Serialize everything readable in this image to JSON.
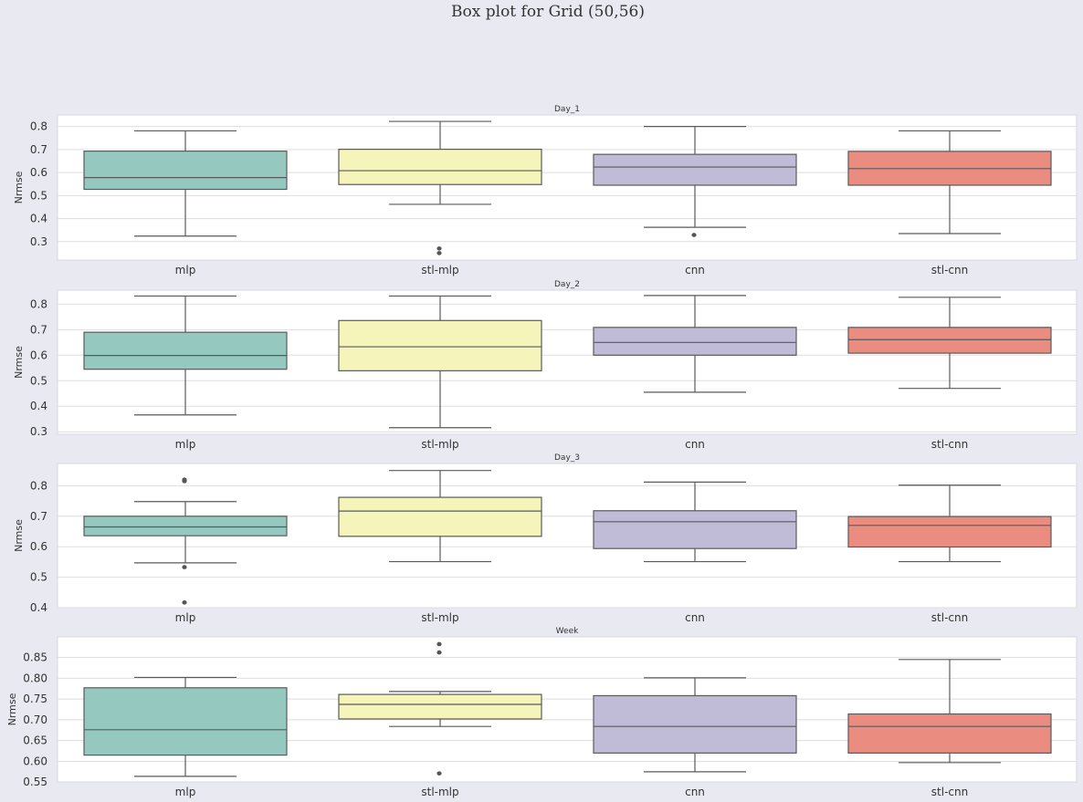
{
  "figure": {
    "title": "Box plot for Grid (50,56)",
    "background": "#e9e9f1",
    "panel_background": "#ffffff",
    "grid_color": "#dedede",
    "line_color": "#5a5a5a",
    "outlier_color": "#555555",
    "category_colors": [
      "#95c9c0",
      "#f5f5bb",
      "#c0bbd6",
      "#ea8c80"
    ]
  },
  "chart_data": [
    {
      "type": "box",
      "title": "Day_1",
      "ylabel": "Nrmse",
      "categories": [
        "mlp",
        "stl-mlp",
        "cnn",
        "stl-cnn"
      ],
      "yticks": [
        0.3,
        0.4,
        0.5,
        0.6,
        0.7,
        0.8
      ],
      "ytick_labels": [
        "0.3",
        "0.4",
        "0.5",
        "0.6",
        "0.7",
        "0.8"
      ],
      "ylim": [
        0.22,
        0.85
      ],
      "boxes": [
        {
          "whislo": 0.324,
          "q1": 0.527,
          "med": 0.578,
          "q3": 0.693,
          "whishi": 0.781,
          "fliers": []
        },
        {
          "whislo": 0.462,
          "q1": 0.548,
          "med": 0.608,
          "q3": 0.701,
          "whishi": 0.822,
          "fliers": [
            0.27,
            0.25
          ]
        },
        {
          "whislo": 0.362,
          "q1": 0.545,
          "med": 0.624,
          "q3": 0.679,
          "whishi": 0.8,
          "fliers": [
            0.329
          ]
        },
        {
          "whislo": 0.335,
          "q1": 0.545,
          "med": 0.617,
          "q3": 0.692,
          "whishi": 0.781,
          "fliers": []
        }
      ],
      "grid": true
    },
    {
      "type": "box",
      "title": "Day_2",
      "ylabel": "Nrmse",
      "categories": [
        "mlp",
        "stl-mlp",
        "cnn",
        "stl-cnn"
      ],
      "yticks": [
        0.3,
        0.4,
        0.5,
        0.6,
        0.7,
        0.8
      ],
      "ytick_labels": [
        "0.3",
        "0.4",
        "0.5",
        "0.6",
        "0.7",
        "0.8"
      ],
      "ylim": [
        0.29,
        0.855
      ],
      "boxes": [
        {
          "whislo": 0.366,
          "q1": 0.545,
          "med": 0.599,
          "q3": 0.69,
          "whishi": 0.832,
          "fliers": []
        },
        {
          "whislo": 0.316,
          "q1": 0.539,
          "med": 0.633,
          "q3": 0.736,
          "whishi": 0.832,
          "fliers": []
        },
        {
          "whislo": 0.455,
          "q1": 0.6,
          "med": 0.65,
          "q3": 0.709,
          "whishi": 0.834,
          "fliers": []
        },
        {
          "whislo": 0.47,
          "q1": 0.608,
          "med": 0.661,
          "q3": 0.709,
          "whishi": 0.827,
          "fliers": []
        }
      ],
      "grid": true
    },
    {
      "type": "box",
      "title": "Day_3",
      "ylabel": "Nrmse",
      "categories": [
        "mlp",
        "stl-mlp",
        "cnn",
        "stl-cnn"
      ],
      "yticks": [
        0.4,
        0.5,
        0.6,
        0.7,
        0.8
      ],
      "ytick_labels": [
        "0.4",
        "0.5",
        "0.6",
        "0.7",
        "0.8"
      ],
      "ylim": [
        0.4,
        0.873
      ],
      "boxes": [
        {
          "whislo": 0.547,
          "q1": 0.636,
          "med": 0.665,
          "q3": 0.7,
          "whishi": 0.748,
          "fliers": [
            0.82,
            0.815,
            0.533,
            0.417
          ]
        },
        {
          "whislo": 0.551,
          "q1": 0.634,
          "med": 0.717,
          "q3": 0.762,
          "whishi": 0.85,
          "fliers": []
        },
        {
          "whislo": 0.551,
          "q1": 0.594,
          "med": 0.682,
          "q3": 0.718,
          "whishi": 0.812,
          "fliers": []
        },
        {
          "whislo": 0.551,
          "q1": 0.599,
          "med": 0.67,
          "q3": 0.699,
          "whishi": 0.802,
          "fliers": []
        }
      ],
      "grid": true
    },
    {
      "type": "box",
      "title": "Week",
      "ylabel": "Nrmse",
      "categories": [
        "mlp",
        "stl-mlp",
        "cnn",
        "stl-cnn"
      ],
      "yticks": [
        0.55,
        0.6,
        0.65,
        0.7,
        0.75,
        0.8,
        0.85
      ],
      "ytick_labels": [
        "0.55",
        "0.60",
        "0.65",
        "0.70",
        "0.75",
        "0.80",
        "0.85"
      ],
      "ylim": [
        0.5505,
        0.8995
      ],
      "boxes": [
        {
          "whislo": 0.564,
          "q1": 0.615,
          "med": 0.676,
          "q3": 0.777,
          "whishi": 0.802,
          "fliers": []
        },
        {
          "whislo": 0.684,
          "q1": 0.702,
          "med": 0.737,
          "q3": 0.761,
          "whishi": 0.768,
          "fliers": [
            0.882,
            0.862,
            0.571
          ]
        },
        {
          "whislo": 0.575,
          "q1": 0.62,
          "med": 0.684,
          "q3": 0.758,
          "whishi": 0.801,
          "fliers": []
        },
        {
          "whislo": 0.597,
          "q1": 0.62,
          "med": 0.684,
          "q3": 0.714,
          "whishi": 0.845,
          "fliers": []
        }
      ],
      "grid": true
    }
  ]
}
